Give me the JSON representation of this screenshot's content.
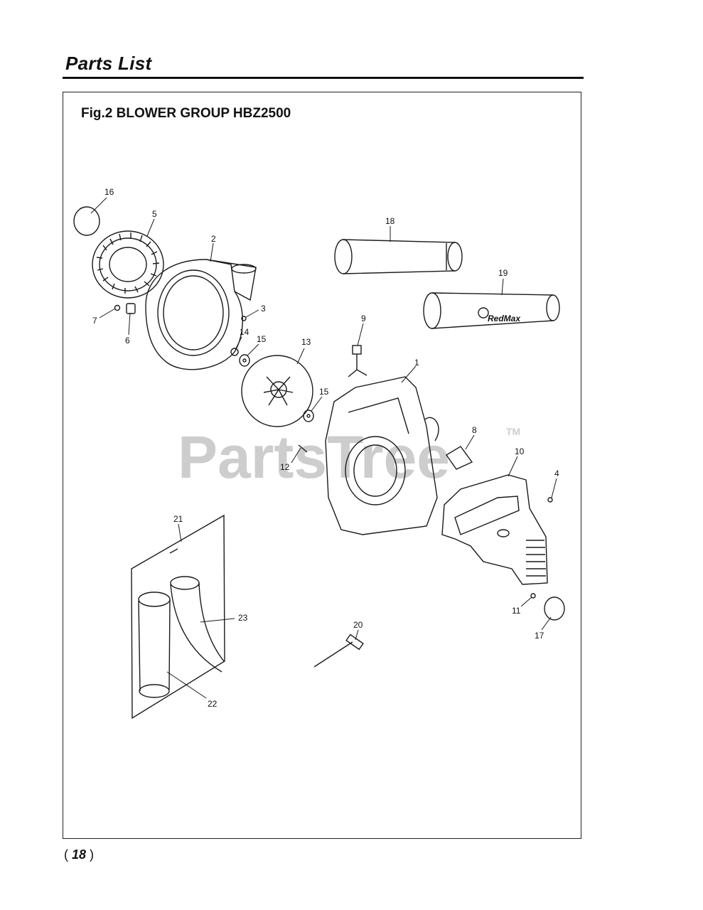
{
  "header": {
    "title": "Parts List"
  },
  "figure": {
    "title": "Fig.2 BLOWER GROUP HBZ2500"
  },
  "page": {
    "number": "18"
  },
  "watermark": {
    "text": "PartsTree",
    "tm": "TM"
  },
  "brand": {
    "logo_text": "RedMax"
  },
  "callouts": {
    "c1": "1",
    "c2": "2",
    "c3": "3",
    "c4": "4",
    "c5": "5",
    "c6": "6",
    "c7": "7",
    "c8": "8",
    "c9": "9",
    "c10": "10",
    "c11": "11",
    "c12": "12",
    "c13": "13",
    "c14": "14",
    "c15a": "15",
    "c15b": "15",
    "c16": "16",
    "c17": "17",
    "c18": "18",
    "c19": "19",
    "c20": "20",
    "c21": "21",
    "c22": "22",
    "c23": "23"
  },
  "colors": {
    "ink": "#1a1a1a",
    "watermark": "#bdbdbd"
  }
}
